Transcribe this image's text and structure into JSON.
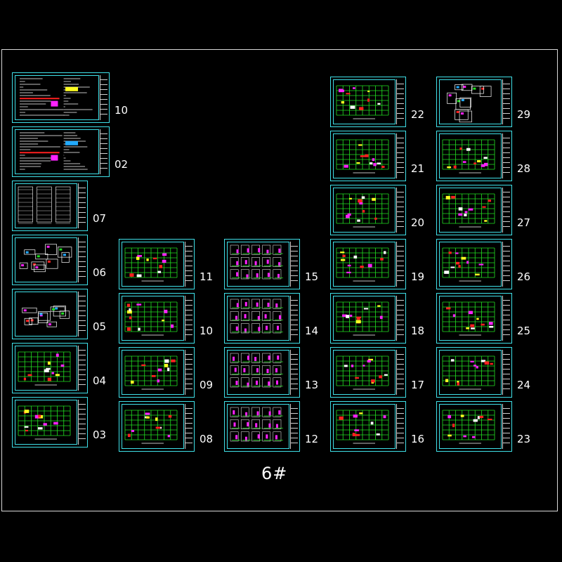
{
  "drawing_title": "6#",
  "colors": {
    "background": "#000000",
    "sheet_border": "#3fe0e8",
    "frame": "#d8d8d8",
    "plan_lines": "#22e022",
    "accent_magenta": "#ff22ff",
    "accent_red": "#ff2020",
    "accent_yellow": "#ffff22",
    "text": "#ffffff"
  },
  "columns": [
    {
      "id": "col-1",
      "sheets": [
        {
          "label": "10",
          "style": "notes"
        },
        {
          "label": "02",
          "style": "notes2"
        },
        {
          "label": "07",
          "style": "tables"
        },
        {
          "label": "06",
          "style": "details"
        },
        {
          "label": "05",
          "style": "details2"
        },
        {
          "label": "04",
          "style": "plan"
        },
        {
          "label": "03",
          "style": "plan"
        }
      ]
    },
    {
      "id": "col-2",
      "sheets": [
        {
          "label": "11",
          "style": "plan"
        },
        {
          "label": "10",
          "style": "plan"
        },
        {
          "label": "09",
          "style": "plan"
        },
        {
          "label": "08",
          "style": "plan"
        }
      ]
    },
    {
      "id": "col-3",
      "sheets": [
        {
          "label": "15",
          "style": "grid"
        },
        {
          "label": "14",
          "style": "grid"
        },
        {
          "label": "13",
          "style": "grid"
        },
        {
          "label": "12",
          "style": "grid"
        }
      ]
    },
    {
      "id": "col-4",
      "sheets": [
        {
          "label": "22",
          "style": "plan"
        },
        {
          "label": "21",
          "style": "plan"
        },
        {
          "label": "20",
          "style": "plan"
        },
        {
          "label": "19",
          "style": "plan"
        },
        {
          "label": "18",
          "style": "plan"
        },
        {
          "label": "17",
          "style": "plan"
        },
        {
          "label": "16",
          "style": "plan"
        }
      ]
    },
    {
      "id": "col-5",
      "sheets": [
        {
          "label": "29",
          "style": "details3"
        },
        {
          "label": "28",
          "style": "plan"
        },
        {
          "label": "27",
          "style": "plan"
        },
        {
          "label": "26",
          "style": "plan"
        },
        {
          "label": "25",
          "style": "plan"
        },
        {
          "label": "24",
          "style": "plan"
        },
        {
          "label": "23",
          "style": "plan"
        }
      ]
    }
  ]
}
